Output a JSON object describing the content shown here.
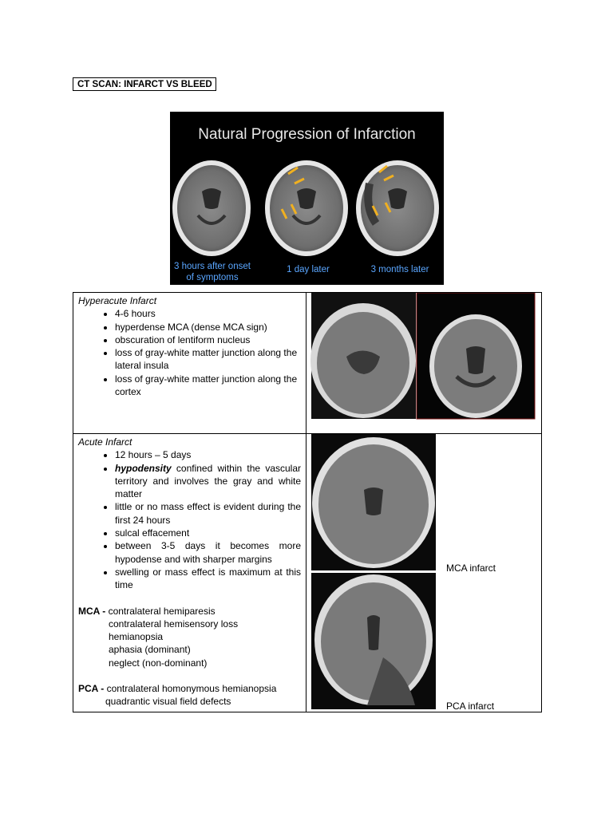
{
  "page_title": "CT SCAN: INFARCT VS BLEED",
  "hero": {
    "title": "Natural Progression of Infarction",
    "captions": [
      "3 hours after onset of symptoms",
      "1 day later",
      "3 months later"
    ]
  },
  "hyperacute": {
    "heading": "Hyperacute Infarct",
    "items": [
      "4-6 hours",
      "hyperdense MCA (dense MCA sign)",
      "obscuration of lentiform nucleus",
      "loss of gray-white matter junction along the lateral insula",
      "loss of gray-white matter junction along the cortex"
    ]
  },
  "acute": {
    "heading": "Acute Infarct",
    "items": [
      {
        "pre": "",
        "em": "",
        "text": "12 hours – 5 days"
      },
      {
        "pre": "",
        "em": "hypodensity",
        "text": " confined within the vascular territory and involves the gray and white matter"
      },
      {
        "pre": "",
        "em": "",
        "text": "little or no mass effect is evident during the first 24 hours"
      },
      {
        "pre": "",
        "em": "",
        "text": "sulcal effacement"
      },
      {
        "pre": "",
        "em": "",
        "text": "between 3-5 days it becomes more hypodense and with sharper margins"
      },
      {
        "pre": "",
        "em": "",
        "text": "swelling or mass effect is maximum at this time"
      }
    ],
    "mca_label": "MCA -",
    "mca_lines": [
      "contralateral hemiparesis",
      "contralateral hemisensory loss",
      "hemianopsia",
      "aphasia (dominant)",
      "neglect (non-dominant)"
    ],
    "pca_label": "PCA -",
    "pca_lines": [
      "contralateral homonymous hemianopsia",
      "quadrantic visual field defects"
    ],
    "mca_caption": "MCA infarct",
    "pca_caption": "PCA infarct"
  }
}
